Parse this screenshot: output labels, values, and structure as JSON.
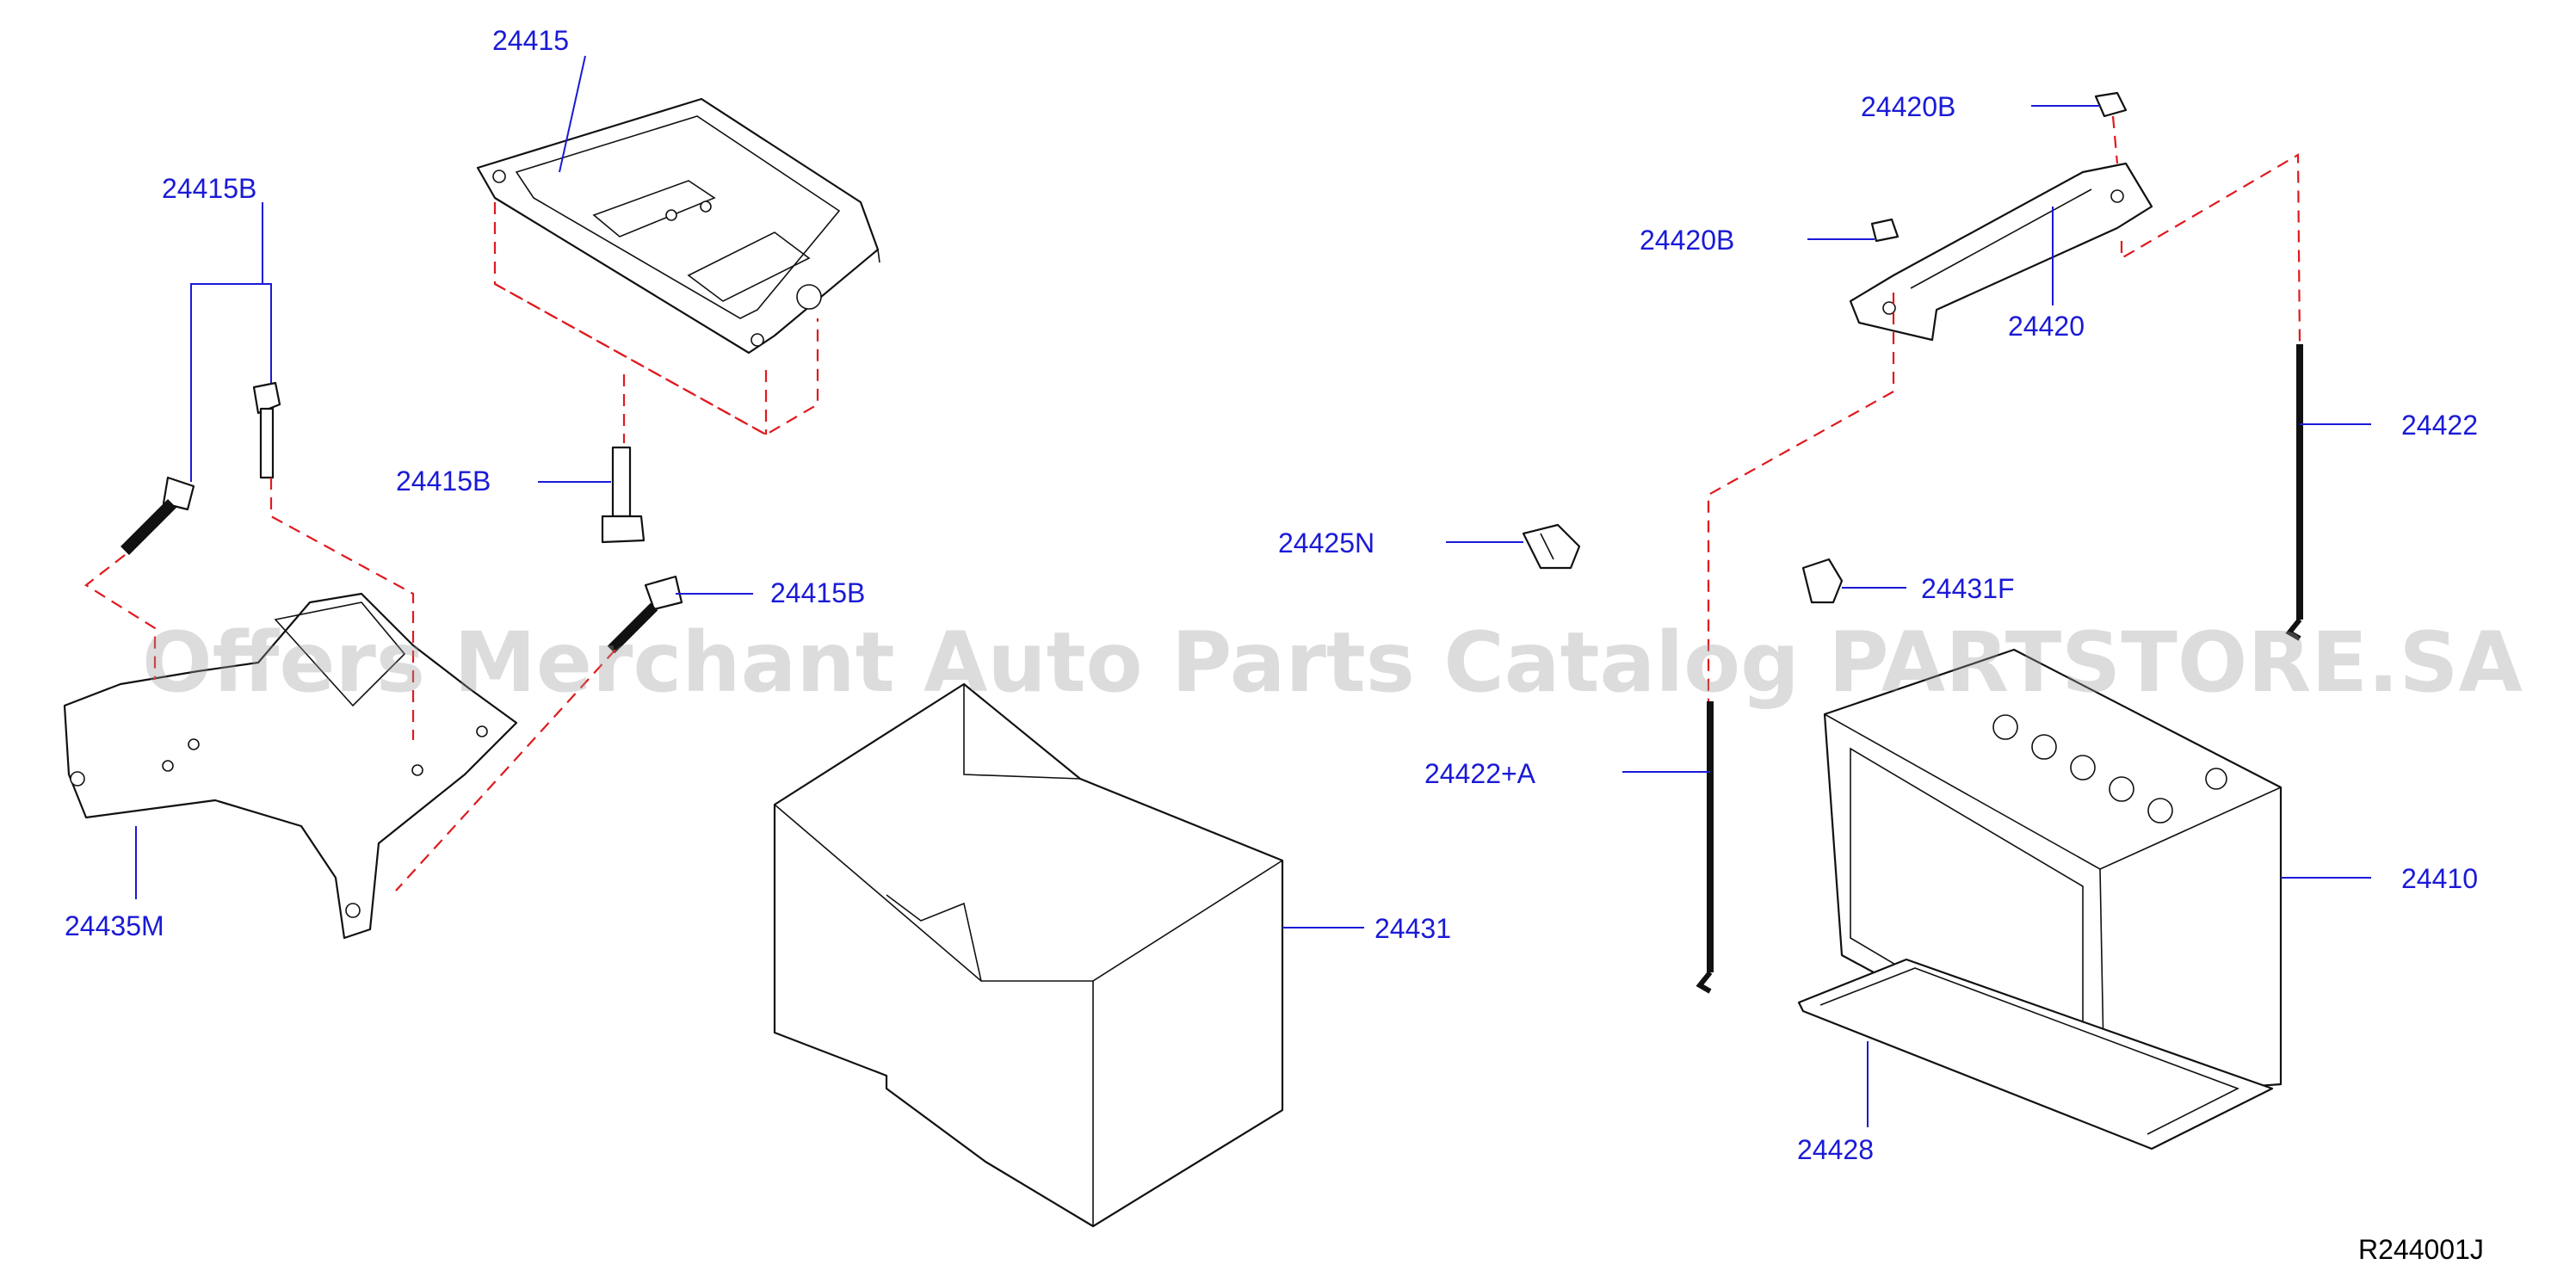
{
  "diagram": {
    "labels": {
      "tray_top": "24415",
      "bolt_left": "24415B",
      "bolt_mid": "24415B",
      "bolt_right": "24415B",
      "bracket": "24435M",
      "cover": "24431",
      "clip": "24425N",
      "nut_top": "24420B",
      "nut_left": "24420B",
      "clamp": "24420",
      "rod": "24422",
      "rod_a": "24422+A",
      "clip_f": "24431F",
      "battery": "24410",
      "battery_tray": "24428"
    },
    "watermark": "Offers Merchant Auto Parts Catalog PARTSTORE.SA",
    "diagram_code": "R244001J"
  }
}
